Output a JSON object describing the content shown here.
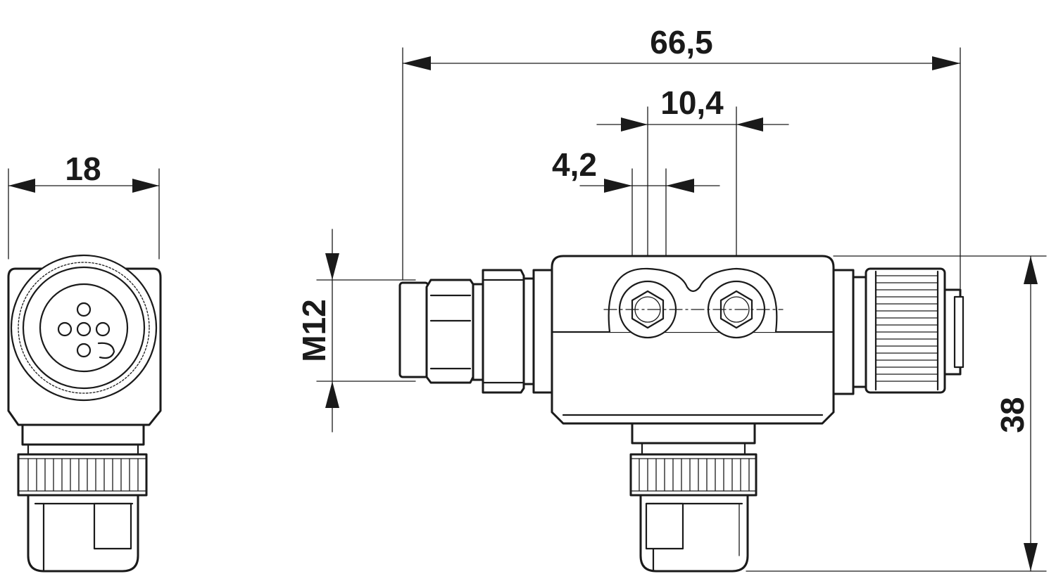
{
  "drawing": {
    "line_color": "#1a1a1a",
    "background": "#ffffff",
    "dimensions": {
      "width_side": "18",
      "overall_length": "66,5",
      "port_spacing": "10,4",
      "hole_offset": "4,2",
      "thread": "M12",
      "height": "38"
    }
  }
}
